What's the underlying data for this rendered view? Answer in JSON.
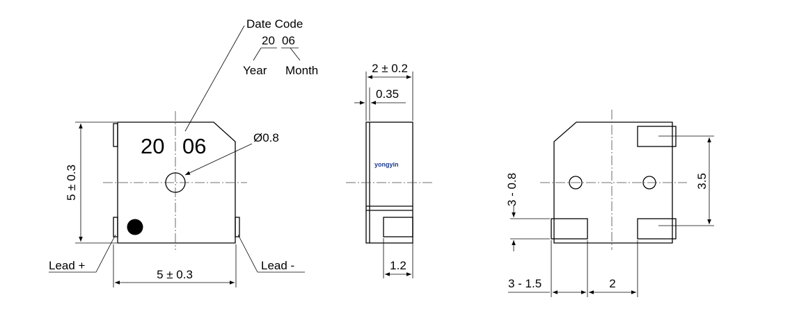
{
  "date_code": {
    "title": "Date Code",
    "year_value": "20",
    "month_value": "06",
    "year_label": "Year",
    "month_label": "Month"
  },
  "front_view": {
    "marking_year": "20",
    "marking_month": "06",
    "hole_label": "Ø0.8",
    "height_dim": "5 ± 0.3",
    "width_dim": "5 ± 0.3",
    "lead_plus": "Lead +",
    "lead_minus": "Lead -"
  },
  "side_view": {
    "width_dim": "2 ± 0.2",
    "offset_dim": "0.35",
    "pad_dim": "1.2",
    "watermark": "yongyin"
  },
  "back_view": {
    "pad_height_dim": "3 - 0.8",
    "pitch_dim": "3.5",
    "pad_width_dim": "3 - 1.5",
    "spacing_dim": "2"
  }
}
